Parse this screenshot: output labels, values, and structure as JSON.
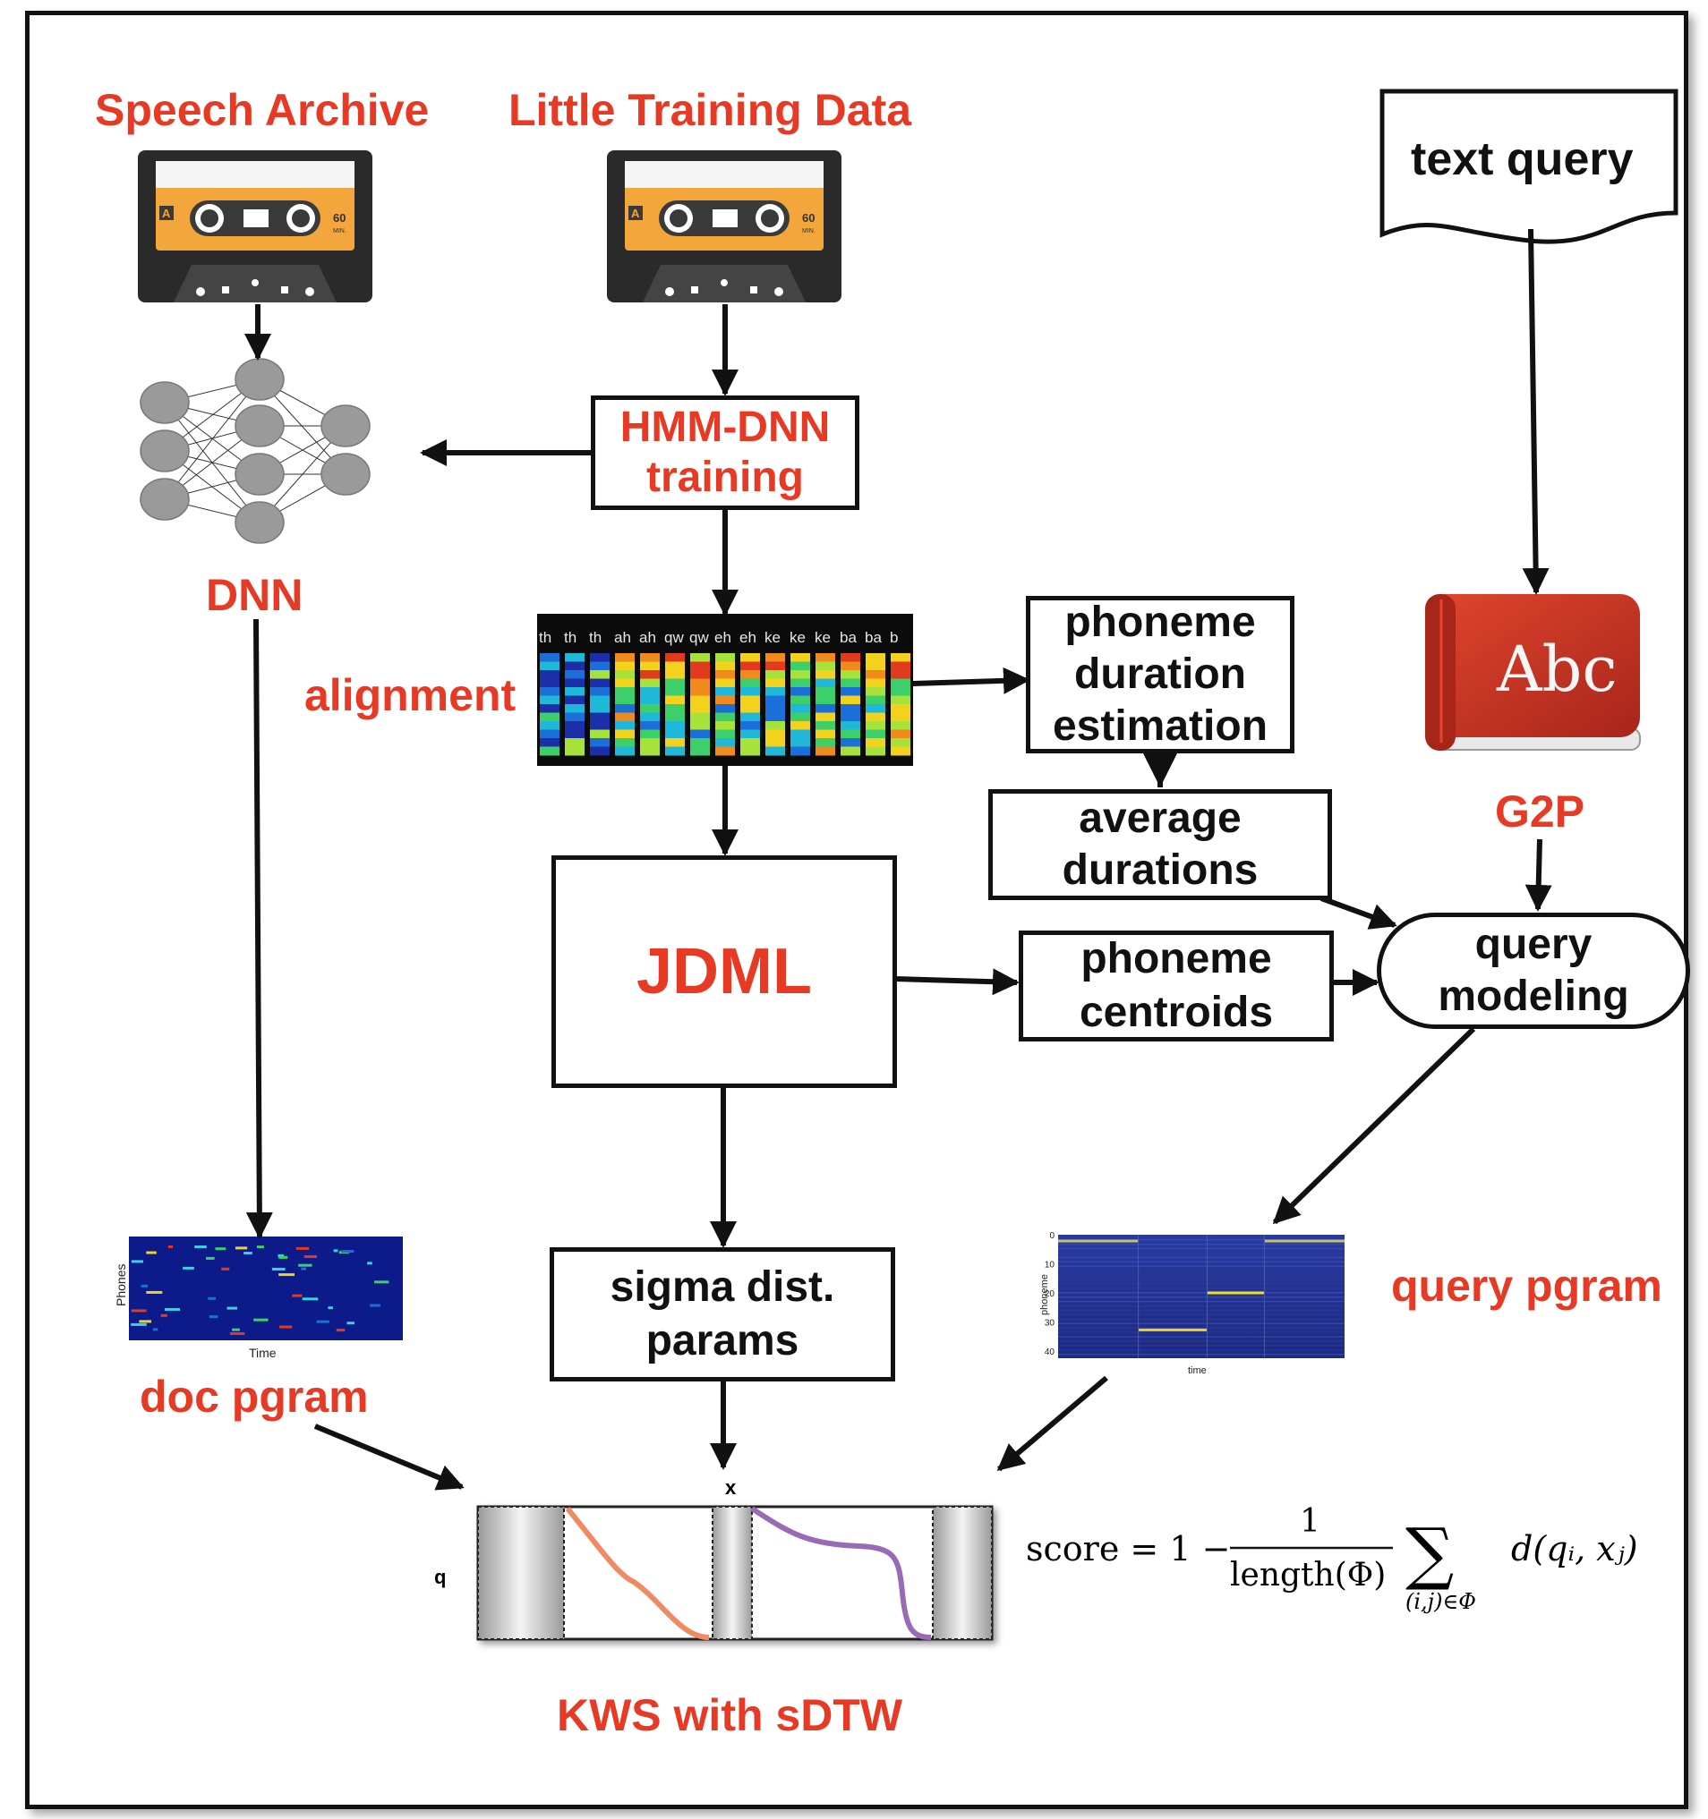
{
  "labels": {
    "speech_archive": "Speech Archive",
    "little_training_data": "Little Training Data",
    "dnn": "DNN",
    "alignment": "alignment",
    "g2p": "G2P",
    "query_pgram": "query pgram",
    "doc_pgram": "doc pgram",
    "kws": "KWS with sDTW"
  },
  "boxes": {
    "hmm_dnn": [
      "HMM-DNN",
      "training"
    ],
    "phoneme_duration": [
      "phoneme",
      "duration",
      "estimation"
    ],
    "average_durations": [
      "average",
      "durations"
    ],
    "jdml": "JDML",
    "phoneme_centroids": [
      "phoneme",
      "centroids"
    ],
    "query_modeling": [
      "query",
      "modeling"
    ],
    "sigma": [
      "sigma dist.",
      "params"
    ],
    "text_query": "text query"
  },
  "cassette": {
    "side": "A",
    "minutes": "60",
    "min_label": "MIN."
  },
  "book": {
    "text": "Abc"
  },
  "alignment_phones": [
    "th",
    "th",
    "th",
    "ah",
    "ah",
    "qw",
    "qw",
    "eh",
    "eh",
    "ke",
    "ke",
    "ke",
    "ba",
    "ba",
    "b"
  ],
  "doc_pgram": {
    "ylabel": "Phones",
    "xlabel": "Time"
  },
  "query_pgram": {
    "ylabel": "phoneme",
    "xlabel": "time",
    "yticks": [
      "0",
      "10",
      "20",
      "30",
      "40"
    ]
  },
  "dtw": {
    "x_label": "x",
    "q_label": "q"
  },
  "formula": {
    "lhs": "score = 1 −",
    "numerator": "1",
    "denominator": "length(Φ)",
    "sum": "∑",
    "sum_sub": "(i,j)∈Φ",
    "term": "d(qᵢ, xⱼ)"
  },
  "colors": {
    "label_red": "#e63a24",
    "cassette_orange": "#f3a63b",
    "book_red": "#c9301e",
    "dtw_orange": "#f08a62",
    "dtw_purple": "#9a6bb5"
  }
}
